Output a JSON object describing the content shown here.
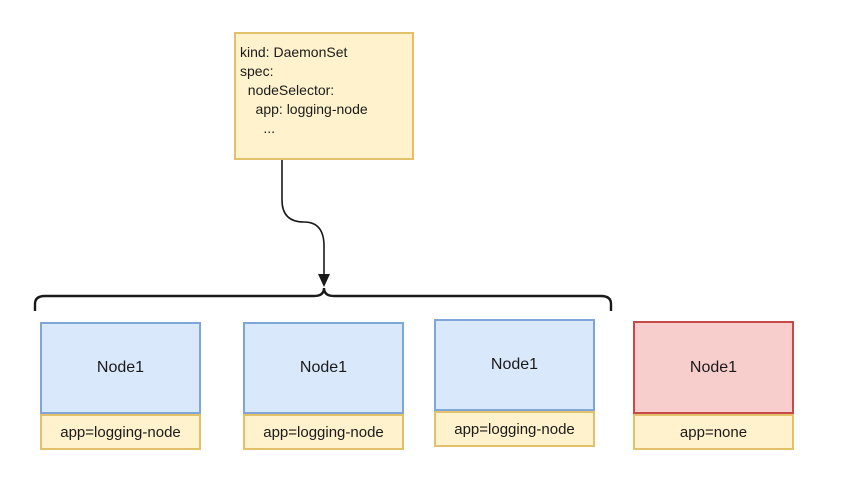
{
  "spec_box": {
    "lines": [
      "kind: DaemonSet",
      "spec:",
      "  nodeSelector:",
      "    app: logging-node",
      "      ..."
    ]
  },
  "nodes": [
    {
      "name": "Node1",
      "label": "app=logging-node",
      "selected": true
    },
    {
      "name": "Node1",
      "label": "app=logging-node",
      "selected": true
    },
    {
      "name": "Node1",
      "label": "app=logging-node",
      "selected": true
    },
    {
      "name": "Node1",
      "label": "app=none",
      "selected": false
    }
  ],
  "colors": {
    "spec_fill": "#fff2cc",
    "spec_border": "#e3c06a",
    "selected_node_fill": "#dae8fc",
    "selected_node_border": "#7ea6d8",
    "unselected_node_fill": "#f8cecc",
    "unselected_node_border": "#c74a4a"
  }
}
